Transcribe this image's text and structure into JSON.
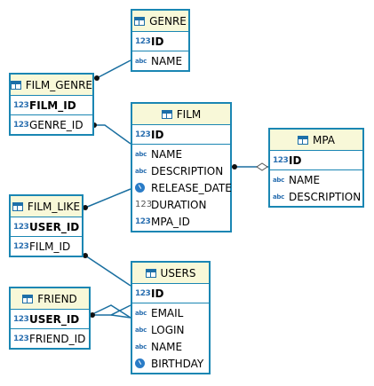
{
  "entities": {
    "genre": {
      "name": "GENRE",
      "pk": [
        {
          "label": "ID",
          "type": "num"
        }
      ],
      "cols": [
        {
          "label": "NAME",
          "type": "txt"
        }
      ]
    },
    "film_genre": {
      "name": "FILM_GENRE",
      "pk": [
        {
          "label": "FILM_ID",
          "type": "num"
        }
      ],
      "cols": [
        {
          "label": "GENRE_ID",
          "type": "num"
        }
      ]
    },
    "film": {
      "name": "FILM",
      "pk": [
        {
          "label": "ID",
          "type": "num"
        }
      ],
      "cols": [
        {
          "label": "NAME",
          "type": "txt"
        },
        {
          "label": "DESCRIPTION",
          "type": "txt"
        },
        {
          "label": "RELEASE_DATE",
          "type": "date"
        },
        {
          "label": "DURATION",
          "type": "plain"
        },
        {
          "label": "MPA_ID",
          "type": "num"
        }
      ]
    },
    "mpa": {
      "name": "MPA",
      "pk": [
        {
          "label": "ID",
          "type": "num"
        }
      ],
      "cols": [
        {
          "label": "NAME",
          "type": "txt"
        },
        {
          "label": "DESCRIPTION",
          "type": "txt"
        }
      ]
    },
    "film_like": {
      "name": "FILM_LIKE",
      "pk": [
        {
          "label": "USER_ID",
          "type": "num"
        }
      ],
      "cols": [
        {
          "label": "FILM_ID",
          "type": "num"
        }
      ]
    },
    "friend": {
      "name": "FRIEND",
      "pk": [
        {
          "label": "USER_ID",
          "type": "num"
        }
      ],
      "cols": [
        {
          "label": "FRIEND_ID",
          "type": "num"
        }
      ]
    },
    "users": {
      "name": "USERS",
      "pk": [
        {
          "label": "ID",
          "type": "num"
        }
      ],
      "cols": [
        {
          "label": "EMAIL",
          "type": "txt"
        },
        {
          "label": "LOGIN",
          "type": "txt"
        },
        {
          "label": "NAME",
          "type": "txt"
        },
        {
          "label": "BIRTHDAY",
          "type": "date"
        }
      ]
    }
  },
  "icon_glyphs": {
    "num": "123",
    "txt": "abc",
    "plain": "123",
    "date": ""
  },
  "relationships": [
    {
      "from": "film_genre",
      "to": "genre",
      "kind": "many-to-one"
    },
    {
      "from": "film_genre",
      "to": "film",
      "kind": "many-to-one"
    },
    {
      "from": "film",
      "to": "mpa",
      "kind": "many-to-one-optional"
    },
    {
      "from": "film_like",
      "to": "film",
      "kind": "many-to-one"
    },
    {
      "from": "film_like",
      "to": "users",
      "kind": "many-to-one"
    },
    {
      "from": "friend",
      "to": "users",
      "kind": "many-to-one-double"
    }
  ],
  "colors": {
    "border": "#1a86b3",
    "header_bg": "#f8f8d8",
    "link": "#1a6fa0",
    "icon": "#2a6fb0"
  }
}
